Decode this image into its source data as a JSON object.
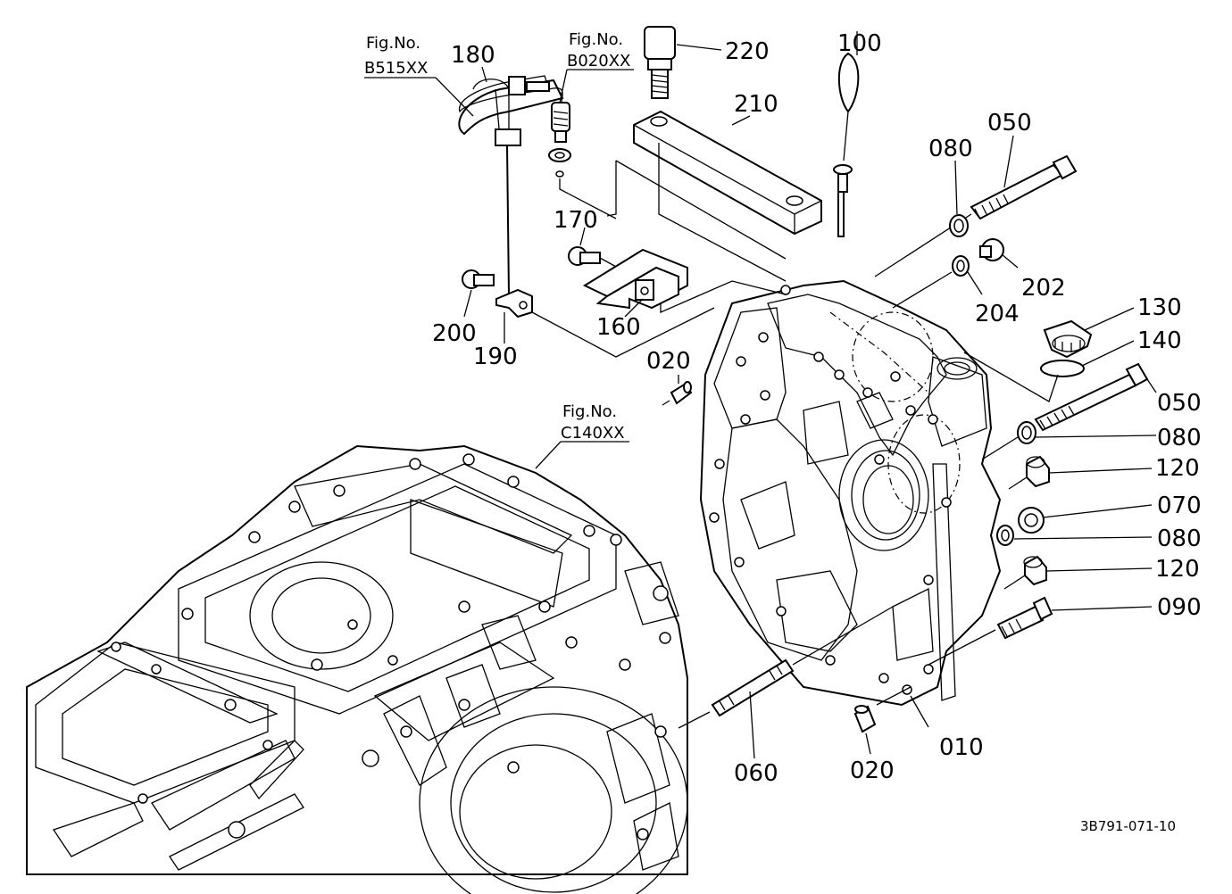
{
  "figure_refs": [
    {
      "label": "Fig.No.",
      "code": "B515XX"
    },
    {
      "label": "Fig.No.",
      "code": "B020XX"
    },
    {
      "label": "Fig.No.",
      "code": "C140XX"
    }
  ],
  "callouts": [
    "220",
    "210",
    "180",
    "100",
    "050",
    "080",
    "170",
    "202",
    "204",
    "200",
    "190",
    "160",
    "130",
    "140",
    "020",
    "050",
    "080",
    "120",
    "070",
    "080",
    "120",
    "090",
    "060",
    "020",
    "010"
  ],
  "drawing_code": "3B791-071-10"
}
